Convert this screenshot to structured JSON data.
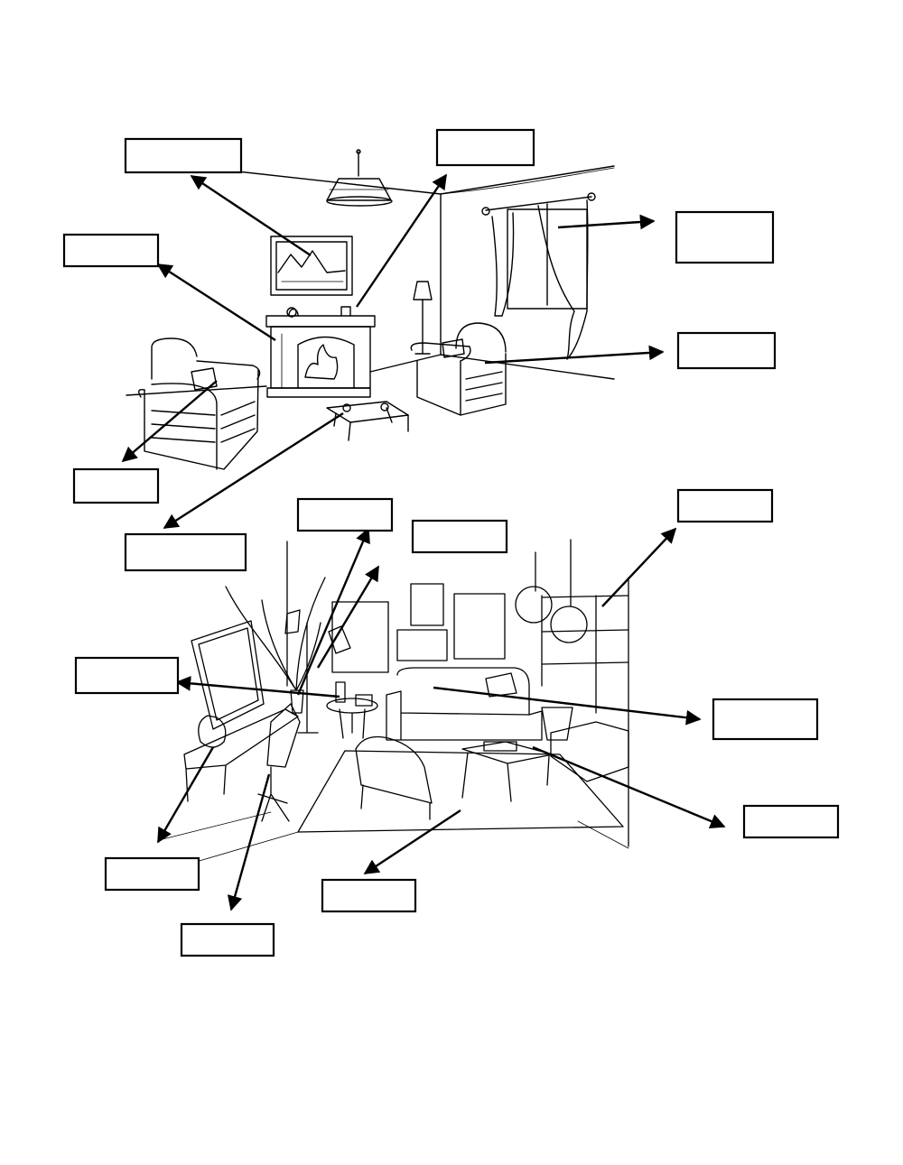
{
  "worksheet": {
    "label_boxes": [
      {
        "id": "picture",
        "text": ""
      },
      {
        "id": "mantel-ornament",
        "text": ""
      },
      {
        "id": "curtains",
        "text": ""
      },
      {
        "id": "fireplace",
        "text": ""
      },
      {
        "id": "armchair",
        "text": ""
      },
      {
        "id": "cushion",
        "text": ""
      },
      {
        "id": "coffee-table",
        "text": ""
      },
      {
        "id": "plant",
        "text": ""
      },
      {
        "id": "lamp",
        "text": ""
      },
      {
        "id": "shelves",
        "text": ""
      },
      {
        "id": "television",
        "text": ""
      },
      {
        "id": "sofa",
        "text": ""
      },
      {
        "id": "books",
        "text": ""
      },
      {
        "id": "vase",
        "text": ""
      },
      {
        "id": "rug",
        "text": ""
      },
      {
        "id": "chair",
        "text": ""
      }
    ]
  },
  "colors": {
    "ink": "#000000",
    "paper": "#ffffff",
    "watermark": "#d8d8d8"
  }
}
